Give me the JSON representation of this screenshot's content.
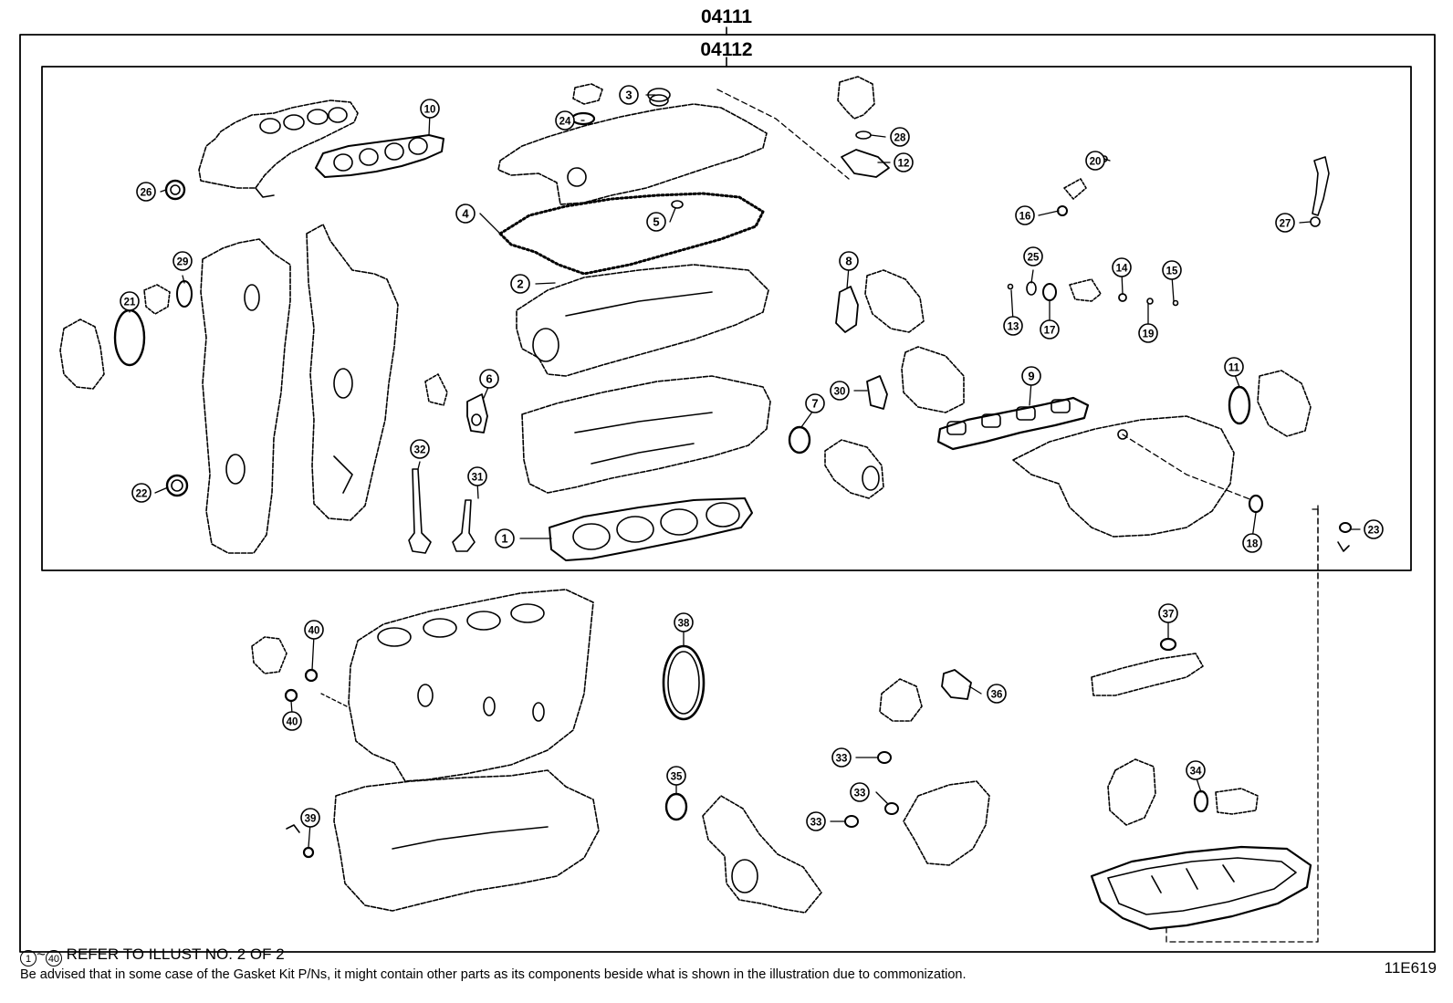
{
  "kit_codes": {
    "outer": "04111",
    "inner": "04112"
  },
  "notes": {
    "range_from": "1",
    "range_sep": "~",
    "range_to": "40",
    "range_text": "REFER TO ILLUST NO. 2 OF 2",
    "disclaimer": "Be advised that in some case of the Gasket Kit P/Ns,  it might contain other parts as its components beside what is shown in the illustration due to commonization."
  },
  "illustration_id": "11E619",
  "callouts": [
    "1",
    "2",
    "3",
    "4",
    "5",
    "6",
    "7",
    "8",
    "9",
    "10",
    "11",
    "12",
    "13",
    "14",
    "15",
    "16",
    "17",
    "18",
    "19",
    "20",
    "21",
    "22",
    "23",
    "24",
    "25",
    "26",
    "27",
    "28",
    "29",
    "30",
    "31",
    "32",
    "33",
    "33",
    "33",
    "34",
    "35",
    "36",
    "37",
    "38",
    "39",
    "40",
    "40"
  ]
}
